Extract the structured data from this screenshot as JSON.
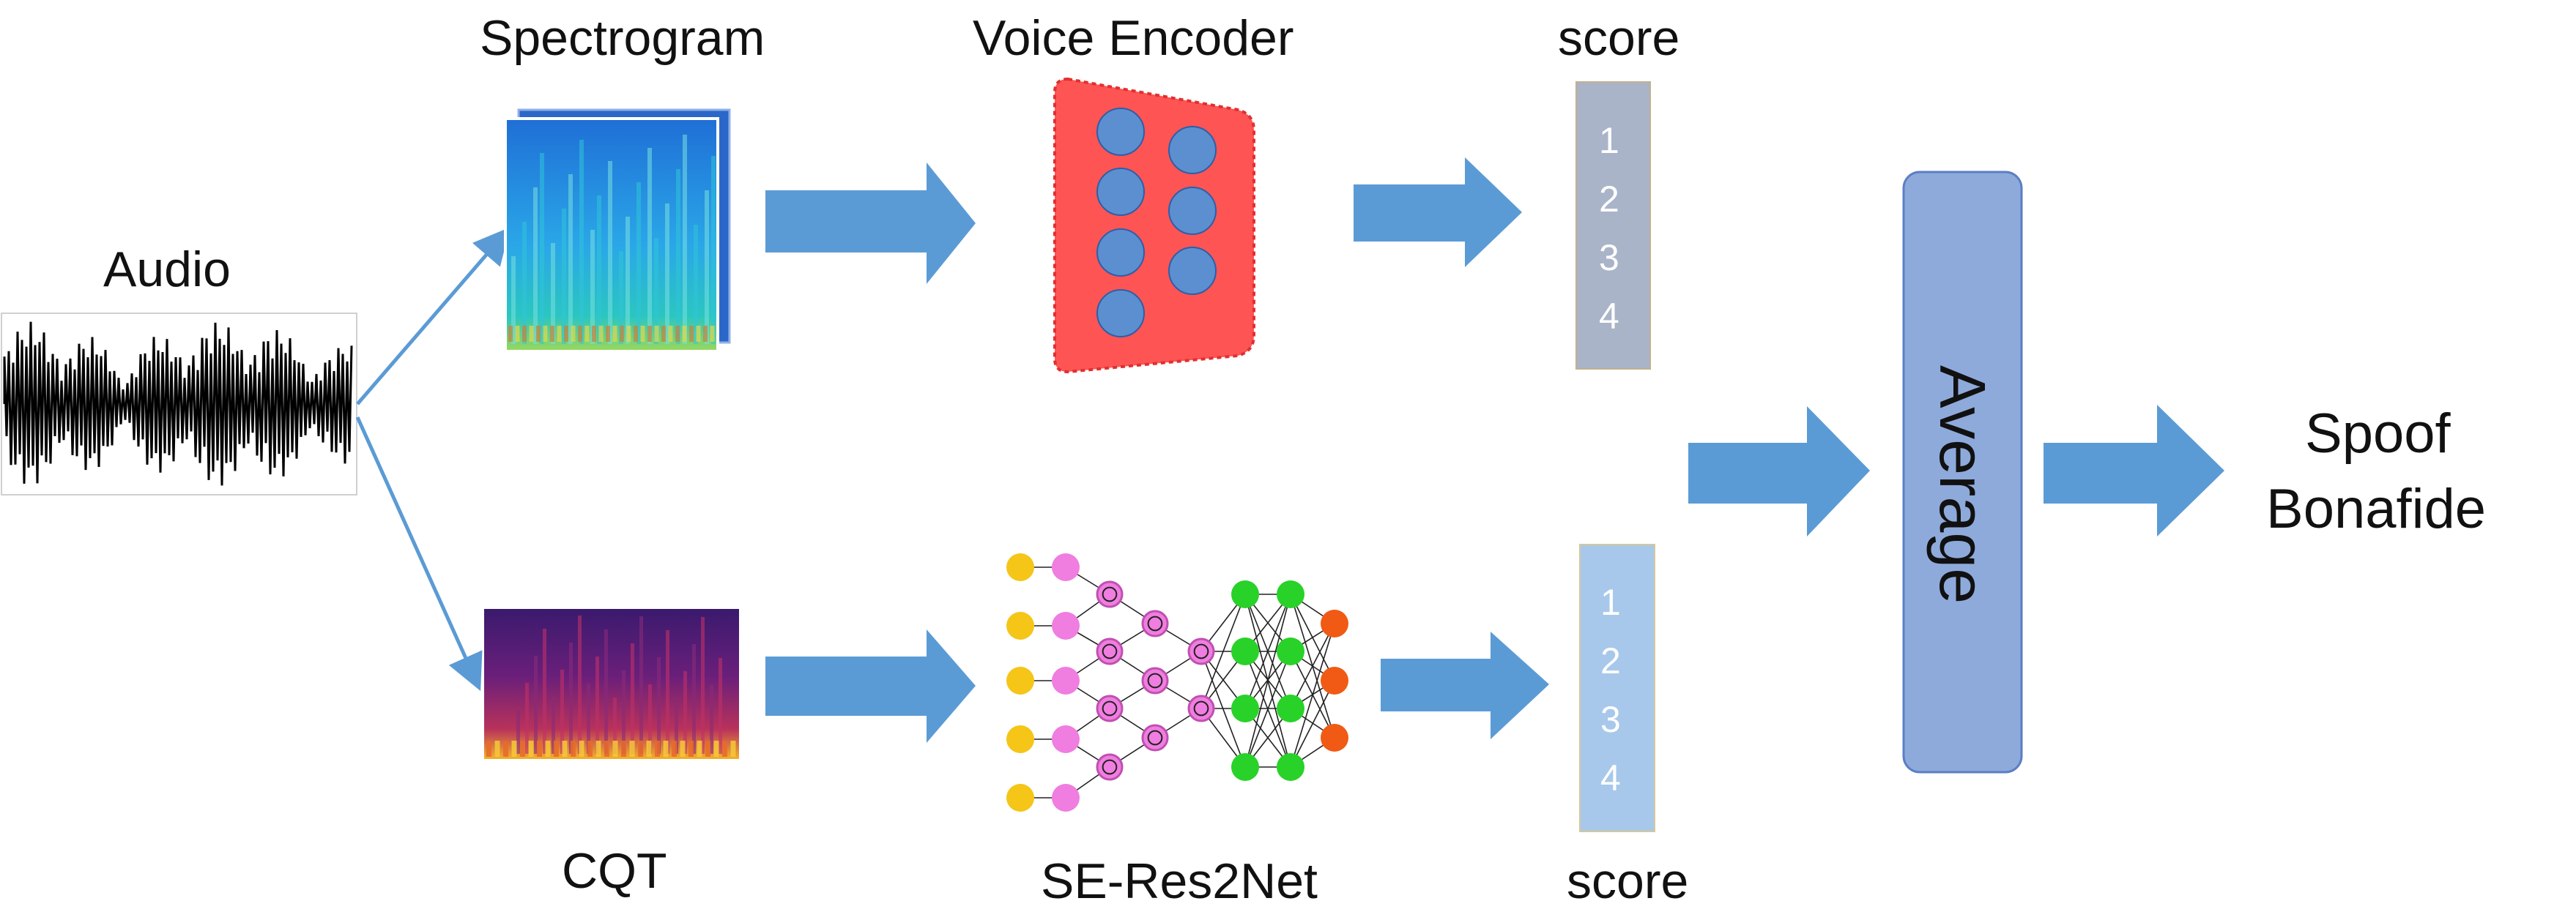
{
  "labels": {
    "audio": "Audio",
    "spectrogram": "Spectrogram",
    "cqt": "CQT",
    "voice_encoder": "Voice Encoder",
    "se_res2net": "SE-Res2Net",
    "score_top": "score",
    "score_bottom": "score",
    "average": "Average",
    "output_line1": "Spoof",
    "output_line2": "Bonafide"
  },
  "score_top_items": [
    "1",
    "2",
    "3",
    "4"
  ],
  "score_bottom_items": [
    "1",
    "2",
    "3",
    "4"
  ],
  "colors": {
    "arrow": "#5b9bd5",
    "thin_arrow": "#5b9bd5",
    "voice_encoder": "#ff5454",
    "node_blue": "#5b8fd0",
    "score_top": "#a9b4c8",
    "score_bottom": "#a7c8ea",
    "average_box": "#8eaadb",
    "node_yellow": "#f5c518",
    "node_pink": "#f07de0",
    "node_green": "#28d228",
    "node_orange": "#f05a14"
  }
}
